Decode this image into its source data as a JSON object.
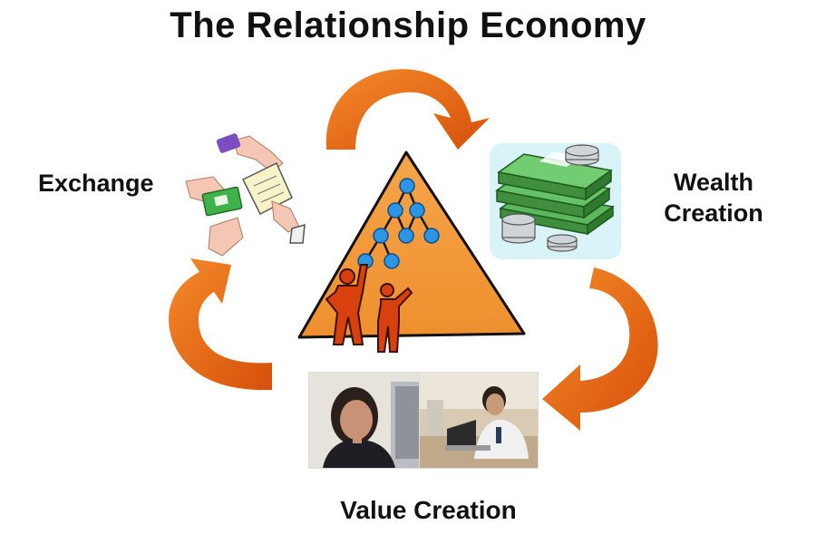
{
  "title": "The Relationship Economy",
  "labels": {
    "exchange": "Exchange",
    "wealth_line1": "Wealth",
    "wealth_line2": "Creation",
    "value_creation": "Value Creation"
  },
  "colors": {
    "arrow": "#e8620f",
    "arrow_dark": "#c84a06",
    "pyramid": "#f39c3c",
    "node": "#1f8fe0",
    "figure": "#d9410e",
    "money": "#3aa33a"
  },
  "icons": [
    "cycle-arrow-icon",
    "handshake-exchange-icon",
    "money-stack-icon",
    "pyramid-network-icon",
    "person-photo-icon"
  ]
}
